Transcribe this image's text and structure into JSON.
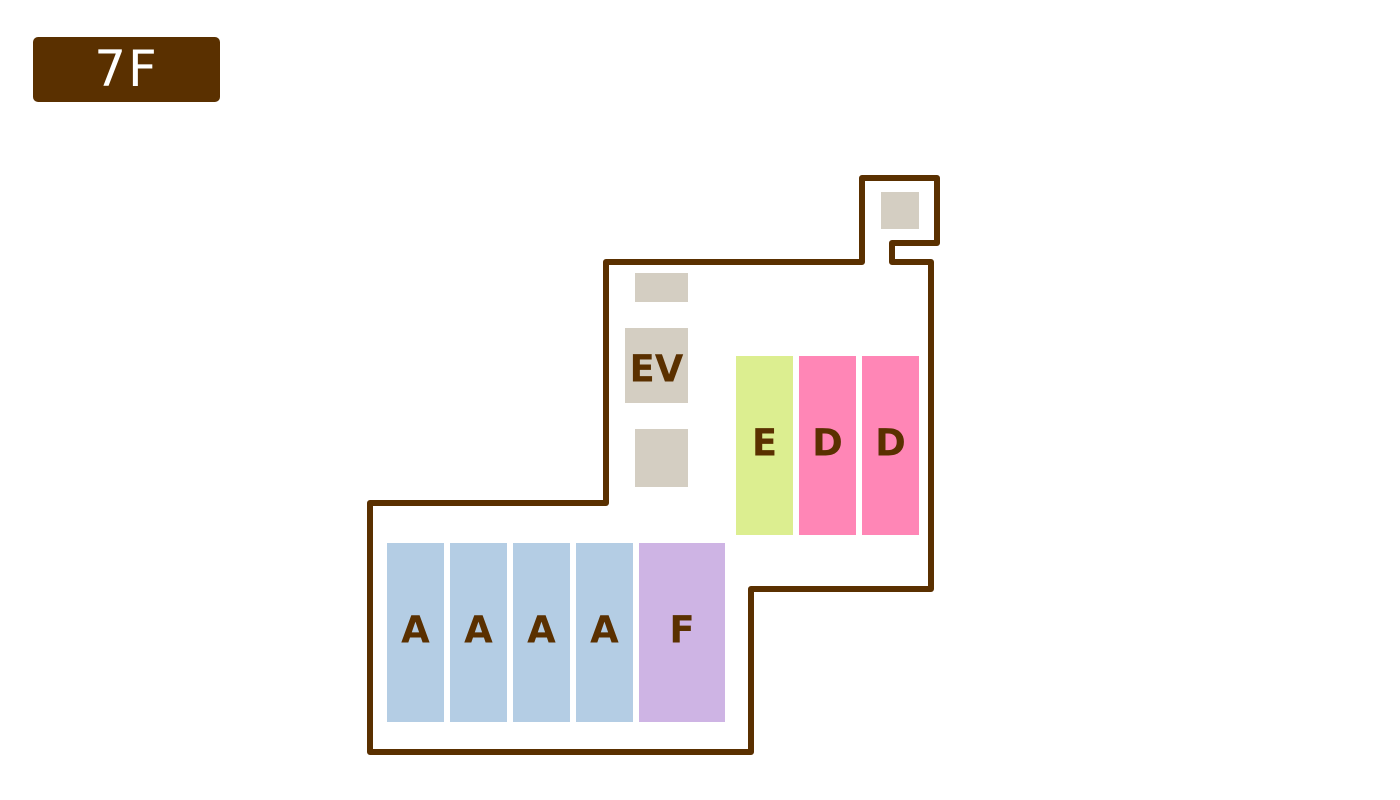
{
  "floor": {
    "label": "7F"
  },
  "colors": {
    "outline": "#5a3000",
    "badge_background": "#5a3000",
    "badge_text": "#ffffff",
    "label_text": "#5a3000",
    "shop_A": "#b4cde4",
    "shop_D": "#ff86b6",
    "shop_E": "#dcee90",
    "shop_F": "#ceb4e4",
    "facility": "#d4cec2"
  },
  "rooms": {
    "elevator": "EV",
    "shop_e": "E",
    "shop_d_1": "D",
    "shop_d_2": "D",
    "shop_a_1": "A",
    "shop_a_2": "A",
    "shop_a_3": "A",
    "shop_a_4": "A",
    "shop_f": "F"
  }
}
